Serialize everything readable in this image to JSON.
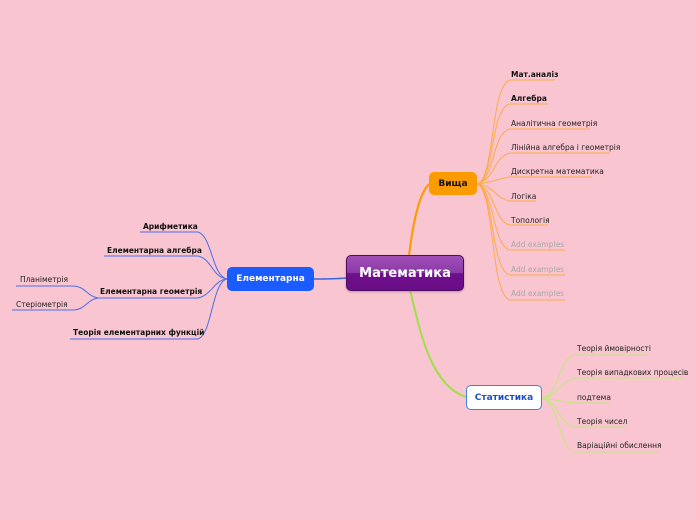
{
  "root": {
    "label": "Математика"
  },
  "colors": {
    "background": "#f9c5d0",
    "vyshcha": "#fb9b00",
    "elementarna": "#1a5cff",
    "statystyka": "#3f7fe8",
    "statystyka_branch": "#b7e07a",
    "root": "#7a1f9a"
  },
  "branches": {
    "vyshcha": {
      "label": "Вища",
      "children": [
        "Мат.аналіз",
        "Алгебра",
        "Аналітична геометрія",
        "Лінійна алгебра і геометрія",
        "Дискретна математика",
        "Логіка",
        "Топологія",
        "Add examples",
        "Add examples",
        "Add examples"
      ]
    },
    "elementarna": {
      "label": "Елементарна",
      "children": [
        "Арифметика",
        "Елементарна алгебра",
        "Елементарна геометрія",
        "Теорія елементарних функцій"
      ],
      "geometry_children": [
        "Планіметрія",
        "Стеріометрія"
      ]
    },
    "statystyka": {
      "label": "Статистика",
      "children": [
        "Теорія ймовірності",
        "Теорія випадкових процесів",
        "подтема",
        "Теорія чисел",
        "Варіаційні обислення"
      ]
    }
  }
}
